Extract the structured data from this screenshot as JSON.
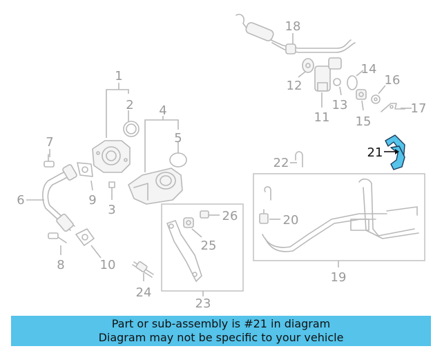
{
  "diagram": {
    "highlight_color": "#55c3ea",
    "highlighted_part": "21",
    "labels": {
      "p1": "1",
      "p2": "2",
      "p3": "3",
      "p4": "4",
      "p5": "5",
      "p6": "6",
      "p7": "7",
      "p8": "8",
      "p9": "9",
      "p10": "10",
      "p11": "11",
      "p12": "12",
      "p13": "13",
      "p14": "14",
      "p15": "15",
      "p16": "16",
      "p17": "17",
      "p18": "18",
      "p19": "19",
      "p20": "20",
      "p21": "21",
      "p22": "22",
      "p23": "23",
      "p24": "24",
      "p25": "25",
      "p26": "26"
    }
  },
  "banner": {
    "line1": "Part or sub-assembly is #21 in diagram",
    "line2": "Diagram may not be specific to your vehicle"
  }
}
